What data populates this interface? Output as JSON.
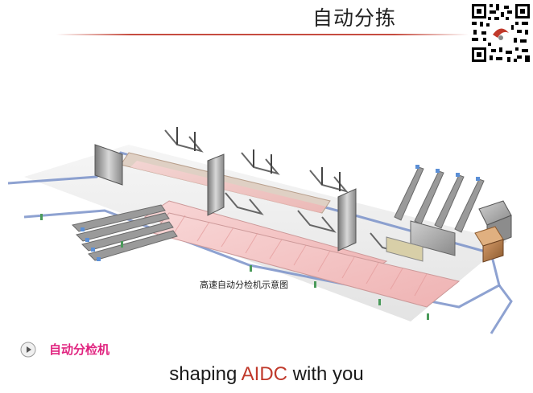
{
  "slide": {
    "title": "自动分拣",
    "caption": "高速自动分检机示意图",
    "bullet": "自动分检机",
    "slogan": {
      "prefix": "shaping ",
      "accent": "AIDC",
      "suffix": " with you"
    }
  },
  "icons": {
    "qr": "qr-code-icon",
    "bullet": "play-circle-icon"
  },
  "colors": {
    "title_rule": "#c0392b",
    "bullet_text": "#e0237f",
    "slogan_accent": "#c0392b",
    "conveyor_belt": "#f4c6c6",
    "rail": "#7a92c9"
  }
}
